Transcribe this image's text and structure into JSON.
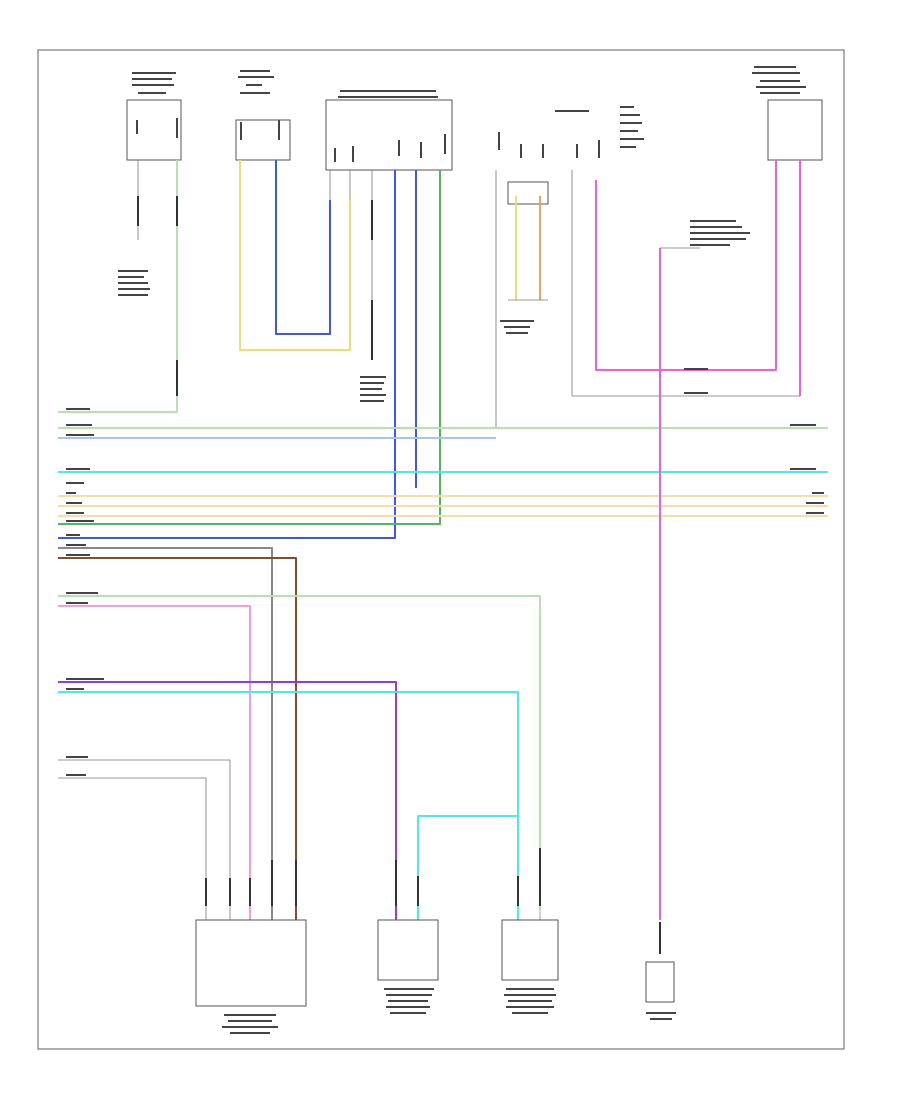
{
  "diagram": {
    "type": "wiring-diagram",
    "page_marker": "",
    "wire_colors": {
      "yellow": "#e8df7a",
      "blue": "#3f56e6",
      "green": "#4fb85f",
      "light_green": "#b8e0b0",
      "magenta": "#f05ce8",
      "pink": "#f59ae6",
      "red": "#e84848",
      "orange": "#f0a060",
      "tan": "#f7dca8",
      "purple": "#9b38d8",
      "cyan": "#4de8f0",
      "light_blue": "#a8c4f0",
      "brown": "#8b4a2a",
      "gray": "#888888",
      "black": "#333333"
    },
    "components": [
      {
        "id": "left-top-module",
        "label": ""
      },
      {
        "id": "center-left-connector",
        "label": ""
      },
      {
        "id": "top-center-module",
        "label": ""
      },
      {
        "id": "top-right-module",
        "label": ""
      },
      {
        "id": "bottom-left-module",
        "label": ""
      },
      {
        "id": "bottom-center-module-1",
        "label": ""
      },
      {
        "id": "bottom-center-module-2",
        "label": ""
      },
      {
        "id": "bottom-right-component",
        "label": ""
      }
    ]
  }
}
